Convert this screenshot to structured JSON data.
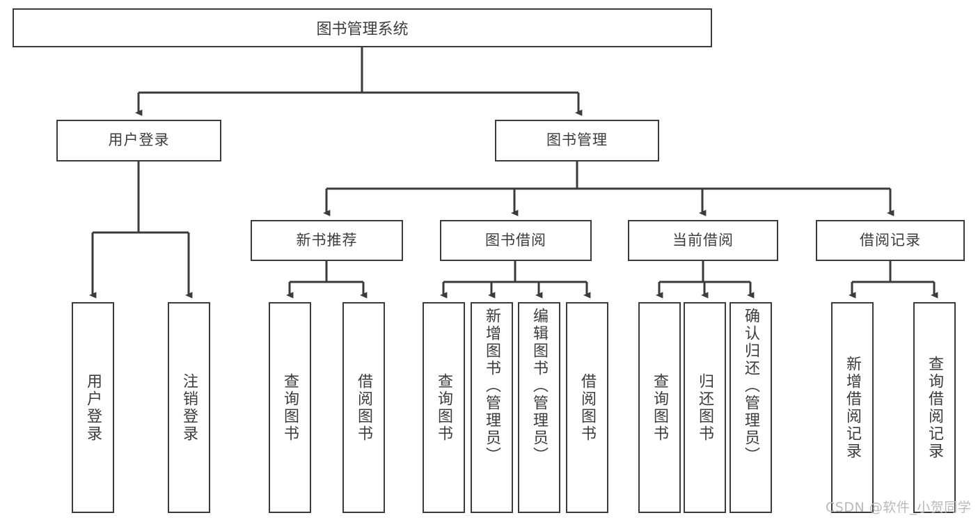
{
  "diagram": {
    "type": "tree",
    "title": "图书管理系统",
    "root": {
      "label": "图书管理系统"
    },
    "level2": [
      {
        "label": "用户登录"
      },
      {
        "label": "图书管理"
      }
    ],
    "level3": [
      {
        "label": "新书推荐"
      },
      {
        "label": "图书借阅"
      },
      {
        "label": "当前借阅"
      },
      {
        "label": "借阅记录"
      }
    ],
    "leaves": {
      "user_login": [
        {
          "label": "用户登录"
        },
        {
          "label": "注销登录"
        }
      ],
      "new_book_recommend": [
        {
          "label": "查询图书"
        },
        {
          "label": "借阅图书"
        }
      ],
      "book_borrow": [
        {
          "label": "查询图书"
        },
        {
          "label": "新增图书（管理员）"
        },
        {
          "label": "编辑图书（管理员）"
        },
        {
          "label": "借阅图书"
        }
      ],
      "current_borrow": [
        {
          "label": "查询图书"
        },
        {
          "label": "归还图书"
        },
        {
          "label": "确认归还（管理员）"
        }
      ],
      "borrow_records": [
        {
          "label": "新增借阅记录"
        },
        {
          "label": "查询借阅记录"
        }
      ]
    }
  },
  "watermark": {
    "text": "CSDN @软件_小贺同学"
  },
  "colors": {
    "border": "#3b3b3b",
    "text": "#3c3c3c",
    "background": "#ffffff",
    "watermark": "#b9b9b9"
  }
}
